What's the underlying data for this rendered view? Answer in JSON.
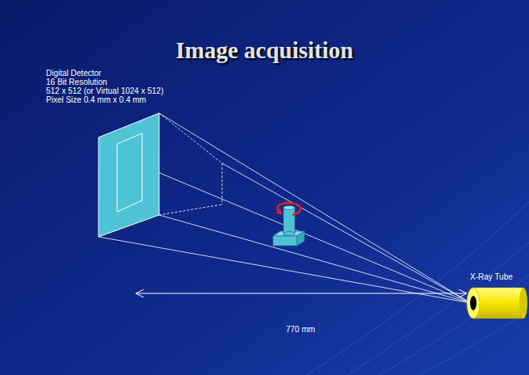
{
  "diagram": {
    "title": "Image acquisition",
    "labels": [
      "Digital Detector",
      "16 Bit Resolution",
      "512 x 512 (or Virtual 1024 x 512)",
      "Pixel Size 0.4 mm x 0.4 mm",
      "X-Ray Tube",
      "770 mm"
    ]
  }
}
